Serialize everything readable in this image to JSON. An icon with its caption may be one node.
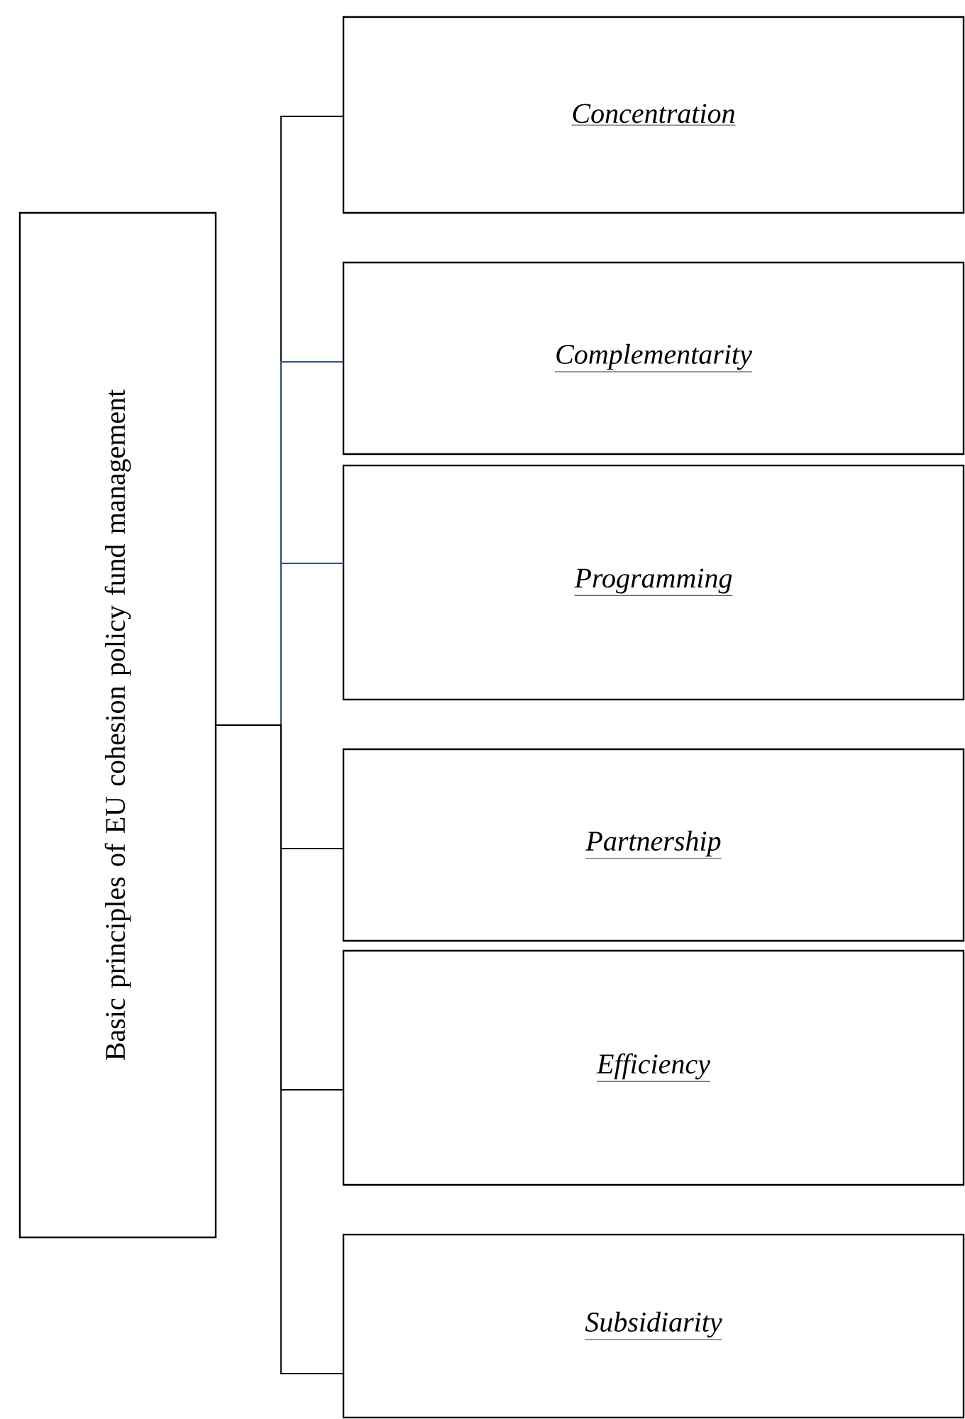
{
  "diagram": {
    "nodes": [
      {
        "text": [
          "Basic principles of EU cohesion policy fund management"
        ]
      },
      {
        "text": [
          "Concentration"
        ]
      },
      {
        "text": [
          "Complementarity"
        ]
      },
      {
        "text": [
          "Programming"
        ]
      },
      {
        "text": [
          "Partnership"
        ]
      },
      {
        "text": [
          "Efficiency"
        ]
      },
      {
        "text": [
          "Subsidiarity"
        ]
      }
    ],
    "edges": [
      {
        "from": 0,
        "to": 1,
        "arrow": "none"
      },
      {
        "from": 0,
        "to": 2,
        "arrow": "none",
        "color": "#2f4f8f"
      },
      {
        "from": 0,
        "to": 3,
        "arrow": "none",
        "color": "#2f4f8f"
      },
      {
        "from": 0,
        "to": 4,
        "arrow": "none"
      },
      {
        "from": 0,
        "to": 5,
        "arrow": "none"
      },
      {
        "from": 0,
        "to": 6,
        "arrow": "none"
      }
    ]
  }
}
